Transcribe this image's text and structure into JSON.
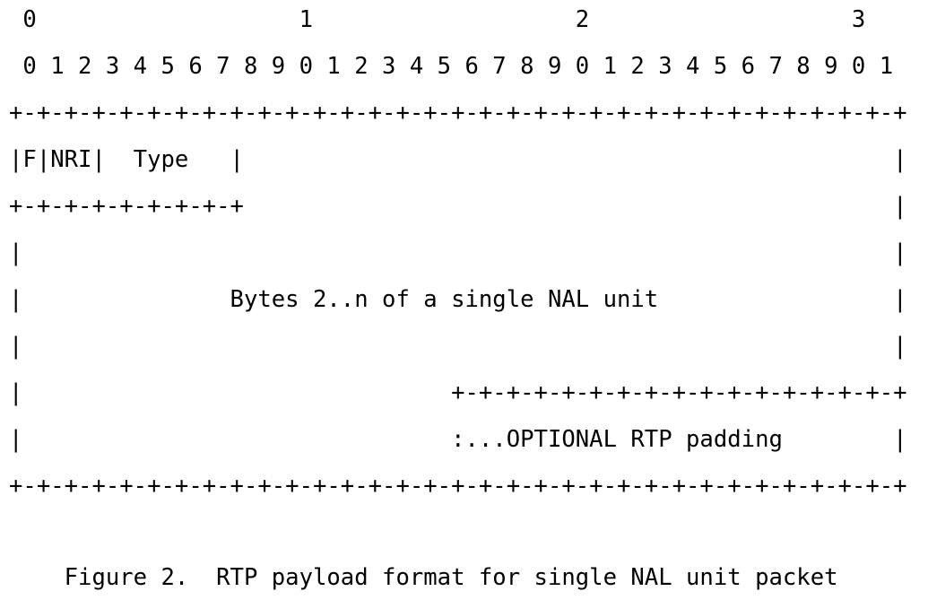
{
  "diagram": {
    "lines": [
      " 0                   1                   2                   3",
      " 0 1 2 3 4 5 6 7 8 9 0 1 2 3 4 5 6 7 8 9 0 1 2 3 4 5 6 7 8 9 0 1",
      "+-+-+-+-+-+-+-+-+-+-+-+-+-+-+-+-+-+-+-+-+-+-+-+-+-+-+-+-+-+-+-+-+",
      "|F|NRI|  Type   |                                               |",
      "+-+-+-+-+-+-+-+-+                                               |",
      "|                                                               |",
      "|               Bytes 2..n of a single NAL unit                 |",
      "|                                                               |",
      "|                               +-+-+-+-+-+-+-+-+-+-+-+-+-+-+-+-+",
      "|                               :...OPTIONAL RTP padding        |",
      "+-+-+-+-+-+-+-+-+-+-+-+-+-+-+-+-+-+-+-+-+-+-+-+-+-+-+-+-+-+-+-+-+",
      "",
      "",
      "    Figure 2.  RTP payload format for single NAL unit packet"
    ]
  }
}
